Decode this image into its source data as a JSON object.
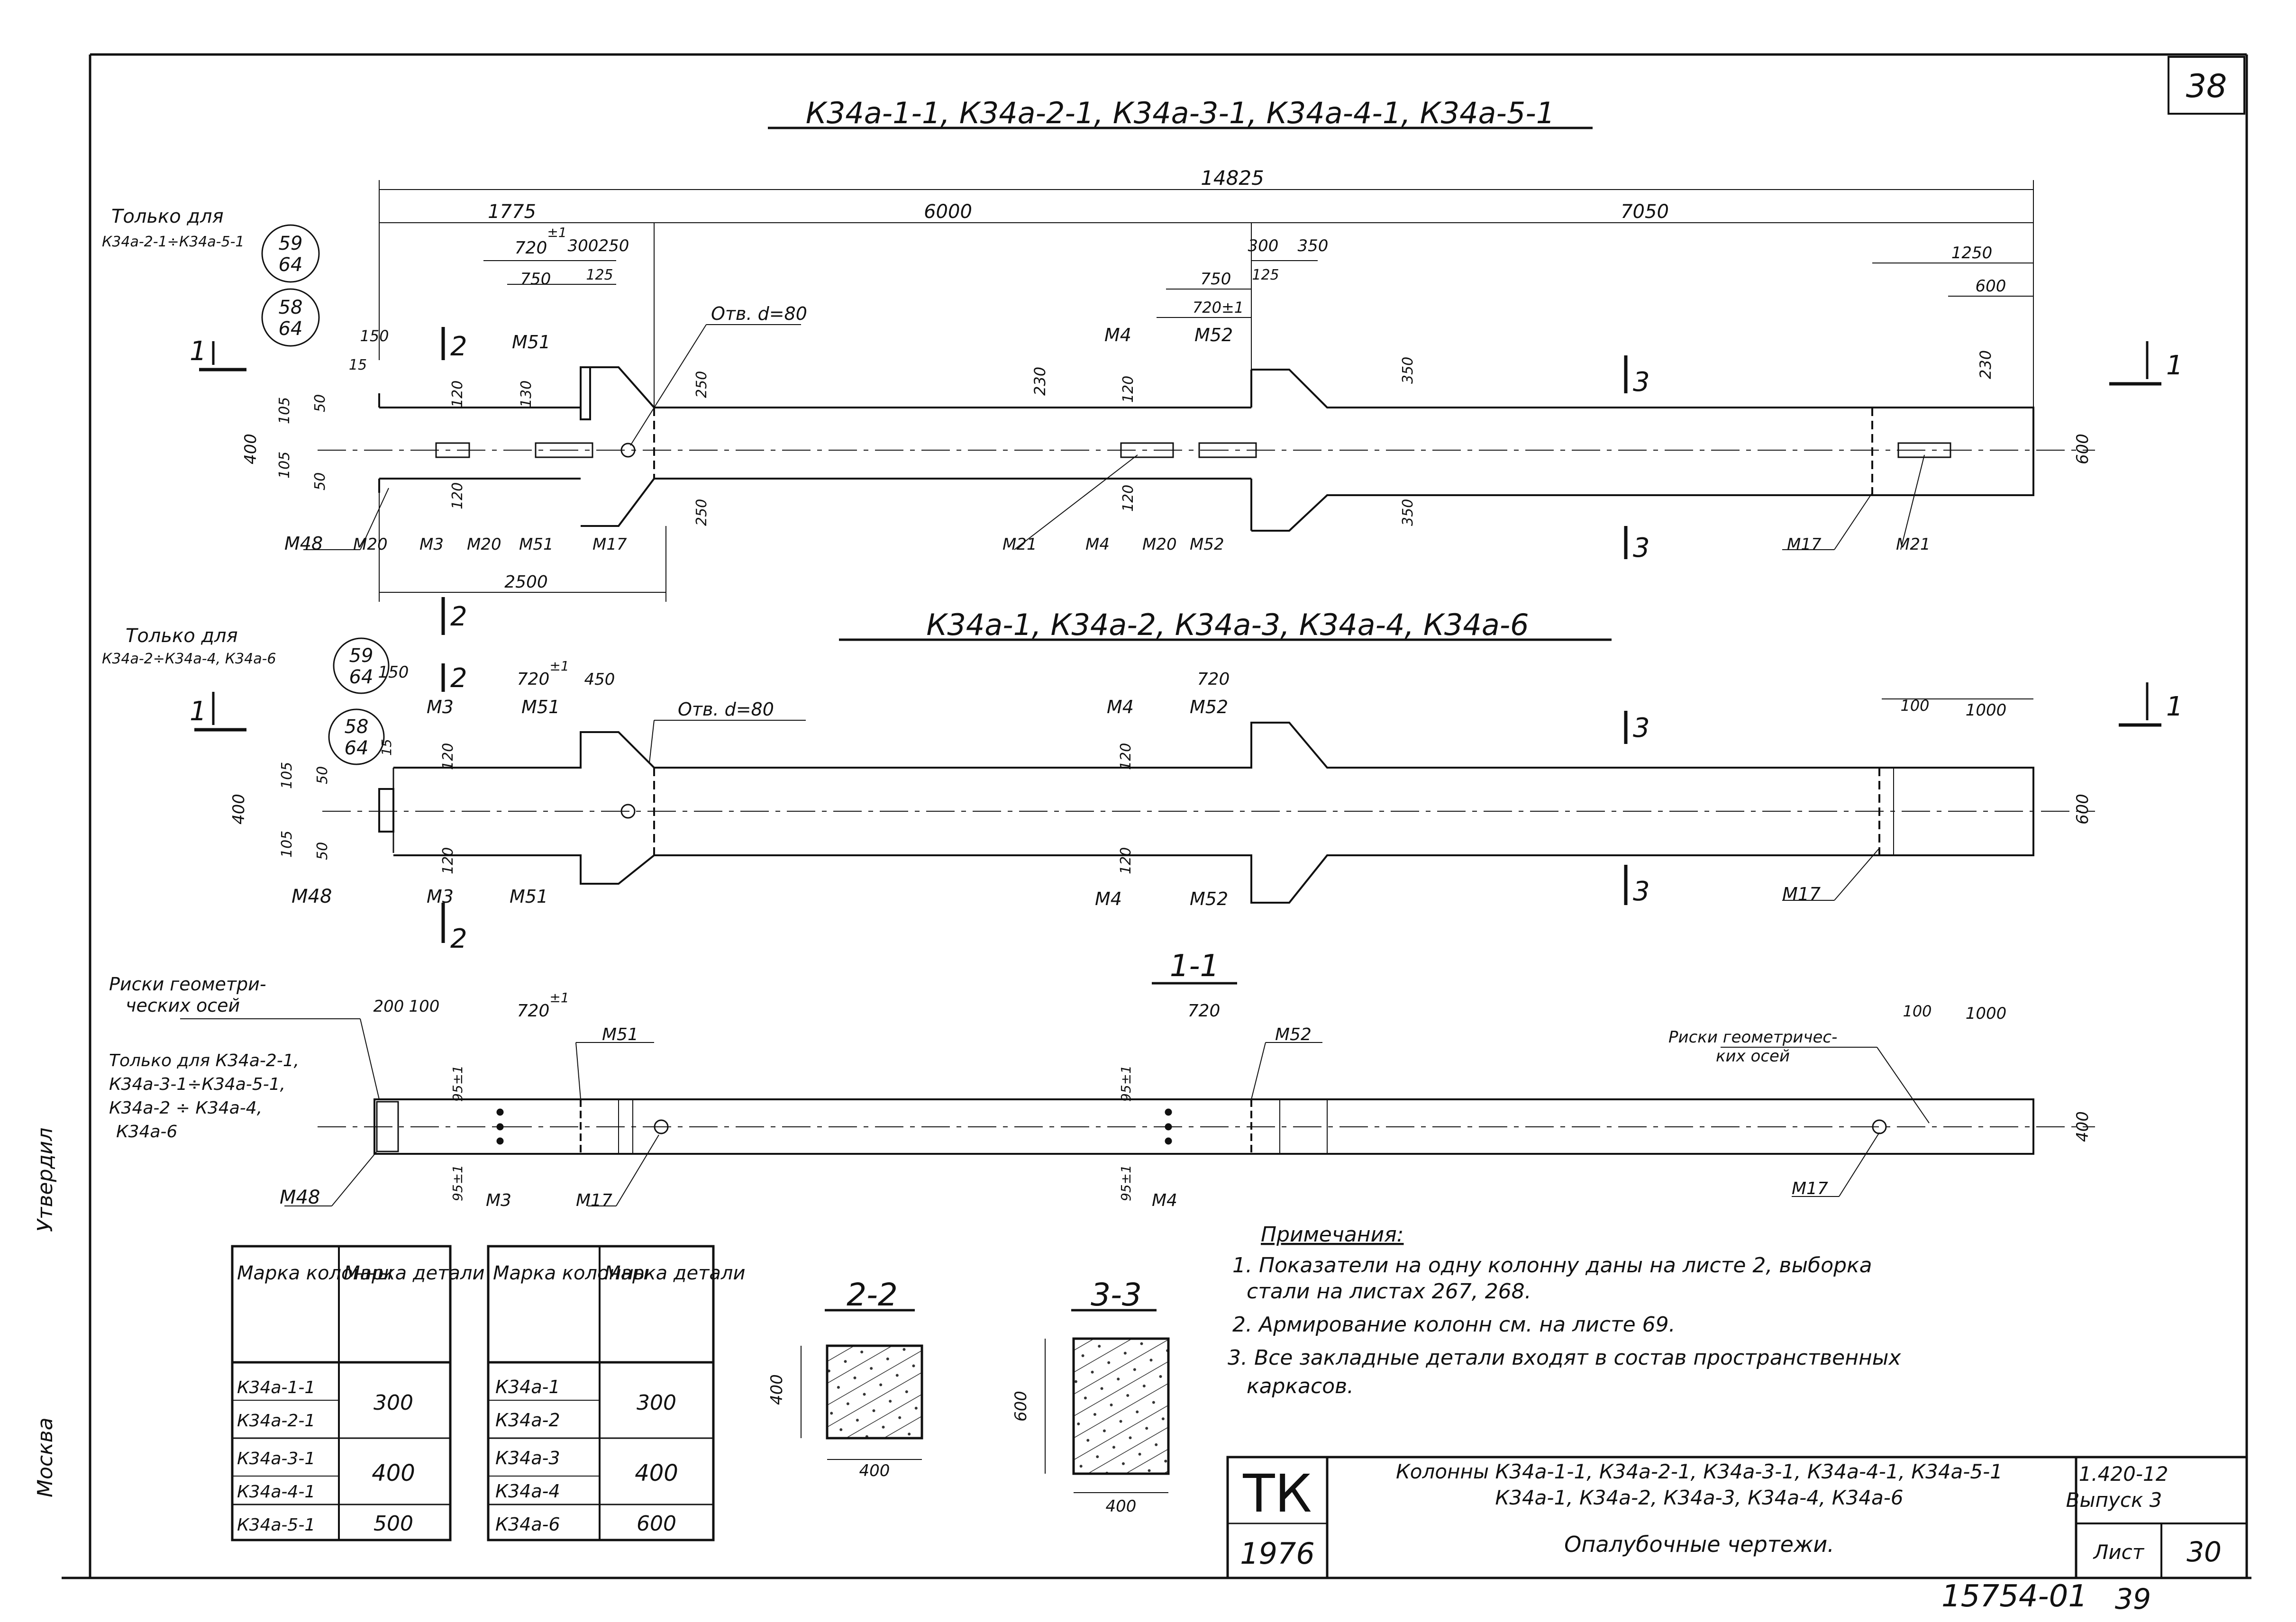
{
  "sheet": {
    "page_number": "38",
    "bottom_number": "39",
    "archive_code": "15754-01"
  },
  "titles": {
    "view_top": "К34а-1-1, К34а-2-1, К34а-3-1, К34а-4-1, К34а-5-1",
    "view_middle": "К34а-1, К34а-2, К34а-3, К34а-4, К34а-6",
    "view_bottom": "1-1",
    "section_22": "2-2",
    "section_33": "3-3"
  },
  "dims_top": {
    "total": "14825",
    "d1775": "1775",
    "d6000": "6000",
    "d7050": "7050",
    "d720": "720",
    "tol": "±1",
    "d300": "300",
    "d250": "250",
    "d750": "750",
    "d125": "125",
    "d300b": "300",
    "d350": "350",
    "d750b": "750",
    "d125b": "125",
    "d720b": "720±1",
    "d1250": "1250",
    "d600": "600",
    "d150": "150",
    "d15": "15",
    "d105a": "105",
    "d50a": "50",
    "d400": "400",
    "d105b": "105",
    "d50b": "50",
    "d120a": "120",
    "d130": "130",
    "d120b": "120",
    "d230": "230",
    "d120c": "120",
    "d250a": "250",
    "d250b": "250",
    "d350a": "350",
    "d350b": "350",
    "d230b": "230",
    "d600h": "600",
    "d120d": "120",
    "d2500": "2500"
  },
  "dims_mid": {
    "d150": "150",
    "d720": "720",
    "tol": "±1",
    "d450": "450",
    "d720b": "720",
    "d100": "100",
    "d1000": "1000",
    "d105a": "105",
    "d50a": "50",
    "d400": "400",
    "d105b": "105",
    "d50b": "50",
    "d15": "15",
    "d120a": "120",
    "d120b": "120",
    "d120c": "120",
    "d120d": "120",
    "d600": "600"
  },
  "dims_bot": {
    "d200": "200",
    "d100": "100",
    "d720": "720",
    "tol": "±1",
    "d720b": "720",
    "d95a": "95±1",
    "d95b": "95±1",
    "d95c": "95±1",
    "d95d": "95±1",
    "d100b": "100",
    "d1000": "1000",
    "d400": "400"
  },
  "labels_top": {
    "only_for": "Только для",
    "only_for_range": "К34а-2-1÷К34а-5-1",
    "circle1_a": "59",
    "circle1_b": "64",
    "circle2_a": "58",
    "circle2_b": "64",
    "hole": "Отв. d=80",
    "m51a": "М51",
    "m4a": "М4",
    "m52a": "М52",
    "m48": "М48",
    "m20a": "М20",
    "m3": "М3",
    "m20b": "М20",
    "m51b": "М51",
    "m17a": "М17",
    "m21a": "М21",
    "m4b": "М4",
    "m20c": "М20",
    "m52b": "М52",
    "m17b": "М17",
    "m21b": "М21",
    "sec1": "1",
    "sec1r": "1",
    "sec2a": "2",
    "sec2b": "2",
    "sec3a": "3",
    "sec3b": "3"
  },
  "labels_mid": {
    "only_for": "Только для",
    "only_for_range": "К34а-2÷К34а-4, К34а-6",
    "circle1_a": "59",
    "circle1_b": "64",
    "circle2_a": "58",
    "circle2_b": "64",
    "hole": "Отв. d=80",
    "m3a": "М3",
    "m51a": "М51",
    "m4a": "М4",
    "m52a": "М52",
    "m48": "М48",
    "m3b": "М3",
    "m51b": "М51",
    "m4b": "М4",
    "m52b": "М52",
    "m17": "М17",
    "sec1": "1",
    "sec1r": "1",
    "sec2a": "2",
    "sec2b": "2",
    "sec3a": "3",
    "sec3b": "3"
  },
  "labels_bot": {
    "risks_left_1": "Риски геометри-",
    "risks_left_2": "ческих осей",
    "only_1": "Только для К34а-2-1,",
    "only_2": "К34а-3-1÷К34а-5-1,",
    "only_3": "К34а-2 ÷ К34а-4,",
    "only_4": "К34а-6",
    "risks_right_1": "Риски геометричес-",
    "risks_right_2": "ких осей",
    "m51": "М51",
    "m52": "М52",
    "m48": "М48",
    "m3": "М3",
    "m17a": "М17",
    "m4": "М4",
    "m17b": "М17"
  },
  "table1": {
    "h1": "Марка колонны",
    "h2": "Марка детали",
    "rows": [
      {
        "col": "К34а-1-1",
        "det": "300"
      },
      {
        "col": "К34а-2-1",
        "det": ""
      },
      {
        "col": "К34а-3-1",
        "det": "400"
      },
      {
        "col": "К34а-4-1",
        "det": ""
      },
      {
        "col": "К34а-5-1",
        "det": "500"
      }
    ]
  },
  "table2": {
    "h1": "Марка колонны",
    "h2": "Марка детали",
    "rows": [
      {
        "col": "К34а-1",
        "det": "300"
      },
      {
        "col": "К34а-2",
        "det": ""
      },
      {
        "col": "К34а-3",
        "det": "400"
      },
      {
        "col": "К34а-4",
        "det": ""
      },
      {
        "col": "К34а-6",
        "det": "600"
      }
    ]
  },
  "sections": {
    "s22_w": "400",
    "s22_h": "400",
    "s33_w": "400",
    "s33_h": "600"
  },
  "notes": {
    "title": "Примечания:",
    "n1a": "1. Показатели на одну колонну даны на листе 2, выборка",
    "n1b": "стали на листах 267, 268.",
    "n2": "2. Армирование колонн см. на листе 69.",
    "n3a": "3. Все закладные детали входят в состав пространственных",
    "n3b": "каркасов."
  },
  "stamp": {
    "org": "ТК",
    "year": "1976",
    "line1": "Колонны К34а-1-1, К34а-2-1, К34а-3-1, К34а-4-1, К34а-5-1",
    "line2": "К34а-1, К34а-2, К34а-3, К34а-4, К34а-6",
    "line3": "Опалубочные чертежи.",
    "series": "1.420-12",
    "issue": "Выпуск 3",
    "sheet_label": "Лист",
    "sheet_no": "30"
  },
  "margin": {
    "v1": "Москва",
    "v2": "Утвердил"
  }
}
